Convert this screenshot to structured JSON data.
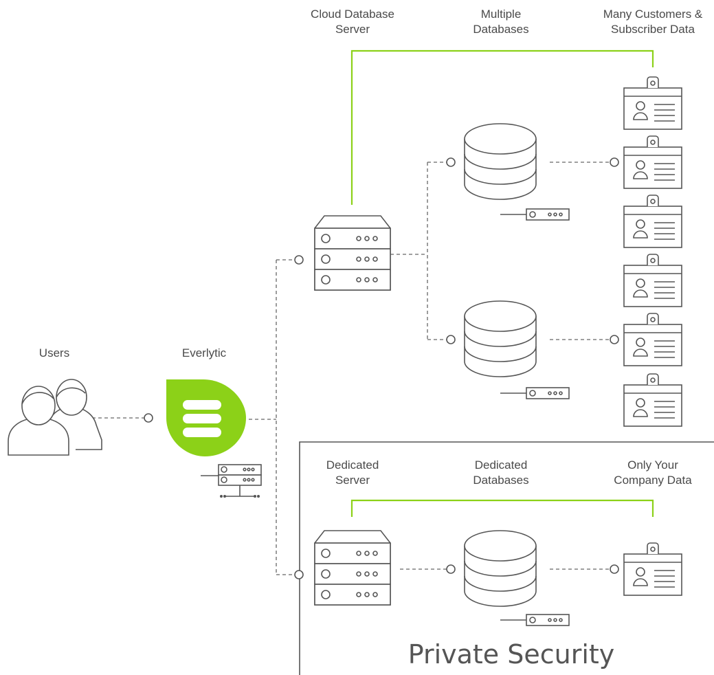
{
  "labels": {
    "cloud_server": [
      "Cloud Database",
      "Server"
    ],
    "multiple_db": [
      "Multiple",
      "Databases"
    ],
    "many_customers": [
      "Many Customers &",
      "Subscriber Data"
    ],
    "users": "Users",
    "everlytic": "Everlytic",
    "dedicated_server": [
      "Dedicated",
      "Server"
    ],
    "dedicated_db": [
      "Dedicated",
      "Databases"
    ],
    "company_data": [
      "Only Your",
      "Company Data"
    ],
    "private_security": "Private Security"
  },
  "colors": {
    "accent_green": "#8cd118",
    "line": "#555555",
    "text": "#4a4a4a"
  },
  "icons": {
    "users": "users-icon",
    "everlytic": "everlytic-logo",
    "server": "server-icon",
    "database": "database-icon",
    "id_card": "id-card-icon",
    "network_device": "network-device-icon"
  }
}
